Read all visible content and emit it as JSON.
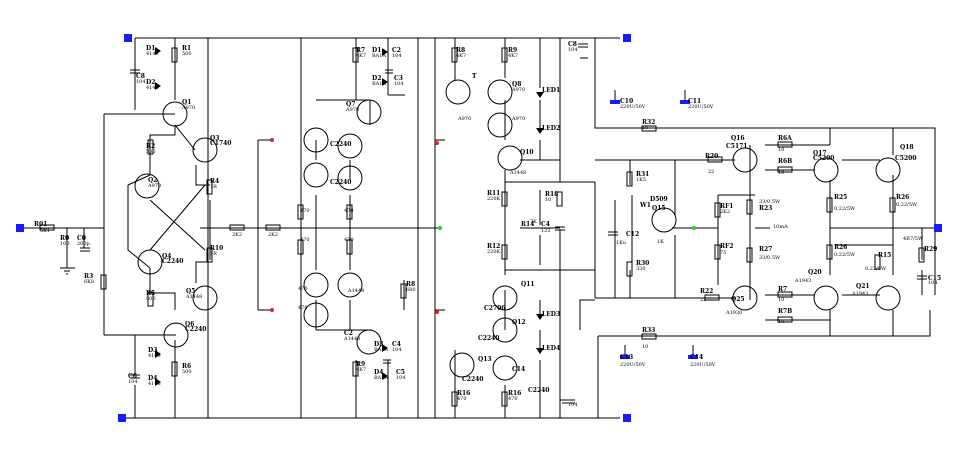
{
  "colors": {
    "wire": "#000000",
    "terminal": "#1a1aff",
    "node_red": "#e02020",
    "node_green": "#22cc22",
    "cap_blue": "#1a1aff"
  },
  "labels": [
    [
      "R01",
      "34",
      "226"
    ],
    [
      "5K1",
      "40",
      "232"
    ],
    [
      "R0",
      "60",
      "240"
    ],
    [
      "100",
      "60",
      "245"
    ],
    [
      "C0",
      "77",
      "240"
    ],
    [
      "200p",
      "77",
      "245"
    ],
    [
      "R3",
      "84",
      "278"
    ],
    [
      "6K8",
      "84",
      "283"
    ],
    [
      "D1",
      "146",
      "50"
    ],
    [
      "4148",
      "146",
      "55"
    ],
    [
      "C8",
      "136",
      "78"
    ],
    [
      "104",
      "136",
      "83"
    ],
    [
      "D2",
      "146",
      "84"
    ],
    [
      "4148",
      "146",
      "89"
    ],
    [
      "R1",
      "182",
      "50"
    ],
    [
      "500",
      "182",
      "55"
    ],
    [
      "Q1",
      "182",
      "104"
    ],
    [
      "A970",
      "182",
      "109"
    ],
    [
      "Q3",
      "210",
      "140"
    ],
    [
      "C1740",
      "210",
      "145"
    ],
    [
      "R2",
      "146",
      "148"
    ],
    [
      "500",
      "146",
      "153"
    ],
    [
      "Q2",
      "148",
      "182"
    ],
    [
      "A970",
      "148",
      "187"
    ],
    [
      "R4",
      "210",
      "183"
    ],
    [
      "1R",
      "210",
      "188"
    ],
    [
      "Q4",
      "162",
      "258"
    ],
    [
      "C2240",
      "162",
      "263"
    ],
    [
      "R10",
      "210",
      "250"
    ],
    [
      "1R",
      "210",
      "255"
    ],
    [
      "R5",
      "146",
      "295"
    ],
    [
      "500",
      "146",
      "300"
    ],
    [
      "Q5",
      "186",
      "293"
    ],
    [
      "A1448",
      "186",
      "298"
    ],
    [
      "Q6",
      "185",
      "326"
    ],
    [
      "C2240",
      "185",
      "331"
    ],
    [
      "D3",
      "148",
      "352"
    ],
    [
      "4148",
      "148",
      "357"
    ],
    [
      "C6",
      "128",
      "378"
    ],
    [
      "104",
      "128",
      "383"
    ],
    [
      "D4",
      "148",
      "380"
    ],
    [
      "4148",
      "148",
      "385"
    ],
    [
      "R6",
      "182",
      "368"
    ],
    [
      "500",
      "182",
      "373"
    ],
    [
      "2K2",
      "232",
      "236"
    ],
    [
      "2K2",
      "268",
      "236"
    ],
    [
      "R7",
      "356",
      "52"
    ],
    [
      "4K7",
      "356",
      "57"
    ],
    [
      "D1",
      "372",
      "52"
    ],
    [
      "BA1A",
      "372",
      "57"
    ],
    [
      "C2",
      "392",
      "52"
    ],
    [
      "104",
      "392",
      "57"
    ],
    [
      "D2",
      "372",
      "80"
    ],
    [
      "BA1A",
      "372",
      "85"
    ],
    [
      "C3",
      "394",
      "80"
    ],
    [
      "104",
      "394",
      "85"
    ],
    [
      "Q7",
      "346",
      "106"
    ],
    [
      "A970",
      "346",
      "111"
    ],
    [
      "C2240",
      "330",
      "146"
    ],
    [
      "C2240",
      "330",
      "184"
    ],
    [
      "470",
      "300",
      "212"
    ],
    [
      "470",
      "344",
      "212"
    ],
    [
      "470",
      "300",
      "241"
    ],
    [
      "470",
      "344",
      "241"
    ],
    [
      "470",
      "298",
      "290"
    ],
    [
      "470",
      "298",
      "309"
    ],
    [
      "A1448",
      "348",
      "292"
    ],
    [
      "R8",
      "406",
      "286"
    ],
    [
      "680",
      "406",
      "291"
    ],
    [
      "C2",
      "344",
      "335"
    ],
    [
      "A1448",
      "344",
      "340"
    ],
    [
      "D3",
      "374",
      "346"
    ],
    [
      "BA1A",
      "374",
      "351"
    ],
    [
      "C4",
      "392",
      "346"
    ],
    [
      "104",
      "392",
      "351"
    ],
    [
      "R9",
      "356",
      "366"
    ],
    [
      "4K7",
      "356",
      "371"
    ],
    [
      "D4",
      "374",
      "374"
    ],
    [
      "BA1A",
      "374",
      "379"
    ],
    [
      "C5",
      "396",
      "374"
    ],
    [
      "104",
      "396",
      "379"
    ],
    [
      "R8",
      "456",
      "52"
    ],
    [
      "4K7",
      "456",
      "57"
    ],
    [
      "R9",
      "508",
      "52"
    ],
    [
      "4K7",
      "508",
      "57"
    ],
    [
      "C8",
      "568",
      "46"
    ],
    [
      "104",
      "568",
      "51"
    ],
    [
      "T",
      "472",
      "78"
    ],
    [
      "A970",
      "458",
      "120"
    ],
    [
      "Q8",
      "512",
      "86"
    ],
    [
      "A970",
      "512",
      "91"
    ],
    [
      "LED1",
      "542",
      "92"
    ],
    [
      "A970",
      "512",
      "120"
    ],
    [
      "LED2",
      "542",
      "130"
    ],
    [
      "Q10",
      "520",
      "154"
    ],
    [
      "A1448",
      "510",
      "174"
    ],
    [
      "R11",
      "487",
      "195"
    ],
    [
      "220K",
      "487",
      "200"
    ],
    [
      "R18",
      "545",
      "196"
    ],
    [
      "10",
      "545",
      "201"
    ],
    [
      "7K",
      "530",
      "223"
    ],
    [
      "R14",
      "521",
      "226"
    ],
    [
      "C4",
      "541",
      "226"
    ],
    [
      "122",
      "541",
      "232"
    ],
    [
      "R12",
      "487",
      "248"
    ],
    [
      "220K",
      "487",
      "253"
    ],
    [
      "Q11",
      "521",
      "286"
    ],
    [
      "C2706",
      "484",
      "310"
    ],
    [
      "Q12",
      "512",
      "324"
    ],
    [
      "LED3",
      "542",
      "316"
    ],
    [
      "C2240",
      "478",
      "340"
    ],
    [
      "LED4",
      "542",
      "350"
    ],
    [
      "Q13",
      "478",
      "361"
    ],
    [
      "C2240",
      "462",
      "381"
    ],
    [
      "C14",
      "512",
      "371"
    ],
    [
      "R16",
      "457",
      "395"
    ],
    [
      "470",
      "457",
      "400"
    ],
    [
      "R16",
      "508",
      "395"
    ],
    [
      "470",
      "508",
      "400"
    ],
    [
      "C2240",
      "528",
      "392"
    ],
    [
      "104",
      "568",
      "406"
    ],
    [
      "C10",
      "620",
      "103"
    ],
    [
      "220U/50V",
      "620",
      "108"
    ],
    [
      "C11",
      "688",
      "103"
    ],
    [
      "220U/50V",
      "688",
      "108"
    ],
    [
      "R32",
      "642",
      "124"
    ],
    [
      "10",
      "642",
      "129"
    ],
    [
      "R31",
      "636",
      "176"
    ],
    [
      "1K5",
      "636",
      "181"
    ],
    [
      "D509",
      "650",
      "201"
    ],
    [
      "Q15",
      "652",
      "210"
    ],
    [
      "W1",
      "640",
      "207"
    ],
    [
      "C12",
      "626",
      "236"
    ],
    [
      "1Ku",
      "616",
      "244"
    ],
    [
      "1K",
      "657",
      "243"
    ],
    [
      "R30",
      "636",
      "265"
    ],
    [
      "330",
      "636",
      "270"
    ],
    [
      "RF1",
      "720",
      "208"
    ],
    [
      "2K2",
      "720",
      "213"
    ],
    [
      "RF2",
      "720",
      "248"
    ],
    [
      "75",
      "720",
      "254"
    ],
    [
      "R20",
      "705",
      "158"
    ],
    [
      "22",
      "708",
      "173"
    ],
    [
      "Q16",
      "731",
      "140"
    ],
    [
      "C5171",
      "726",
      "148"
    ],
    [
      "R22",
      "700",
      "293"
    ],
    [
      "22",
      "700",
      "301"
    ],
    [
      "Q25",
      "731",
      "301"
    ],
    [
      "A1930",
      "726",
      "314"
    ],
    [
      "R23",
      "759",
      "210"
    ],
    [
      "33/0.5W",
      "759",
      "203"
    ],
    [
      "10mA",
      "773",
      "228"
    ],
    [
      "R27",
      "759",
      "251"
    ],
    [
      "33/0.5W",
      "759",
      "259"
    ],
    [
      "R6A",
      "778",
      "140"
    ],
    [
      "10",
      "778",
      "151"
    ],
    [
      "R6B",
      "778",
      "163"
    ],
    [
      "10",
      "778",
      "174"
    ],
    [
      "Q17",
      "813",
      "155"
    ],
    [
      "C5200",
      "813",
      "160"
    ],
    [
      "R25",
      "834",
      "199"
    ],
    [
      "0.22/5W",
      "834",
      "210"
    ],
    [
      "R26",
      "834",
      "249"
    ],
    [
      "0.22/5W",
      "834",
      "256"
    ],
    [
      "Q20",
      "808",
      "274"
    ],
    [
      "A1943",
      "795",
      "282"
    ],
    [
      "R7",
      "778",
      "291"
    ],
    [
      "10",
      "778",
      "301"
    ],
    [
      "R7B",
      "778",
      "313"
    ],
    [
      "10",
      "778",
      "323"
    ],
    [
      "Q18",
      "900",
      "149"
    ],
    [
      "C5200",
      "895",
      "160"
    ],
    [
      "R26",
      "896",
      "199"
    ],
    [
      "0.22/5W",
      "896",
      "206"
    ],
    [
      "R33",
      "642",
      "332"
    ],
    [
      "10",
      "642",
      "348"
    ],
    [
      "C13",
      "620",
      "359"
    ],
    [
      "220U/50V",
      "620",
      "366"
    ],
    [
      "C14",
      "690",
      "359"
    ],
    [
      "220U/50V",
      "690",
      "366"
    ],
    [
      "R15",
      "878",
      "257"
    ],
    [
      "0.22/5W",
      "865",
      "270"
    ],
    [
      "Q21",
      "856",
      "288"
    ],
    [
      "A1943",
      "852",
      "295"
    ],
    [
      "4R7/5W",
      "903",
      "240"
    ],
    [
      "R29",
      "924",
      "251"
    ],
    [
      "C15",
      "928",
      "280"
    ],
    [
      "104",
      "928",
      "284"
    ]
  ]
}
